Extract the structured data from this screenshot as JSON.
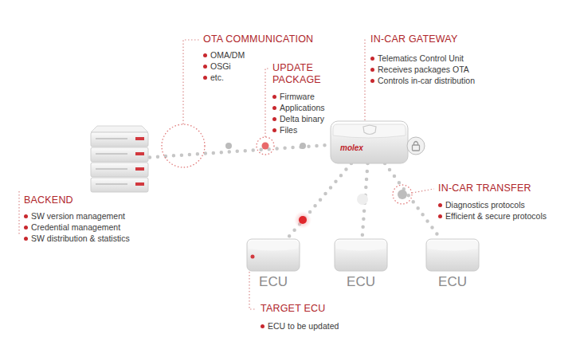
{
  "diagram": {
    "nodes": [
      {
        "text": [
          "BACKEND",
          "SW version management",
          "Credential management",
          "SW distribution & statistics"
        ]
      },
      {
        "text": [
          "IN-CAR GATEWAY",
          "Telematics Control Unit",
          "Receives packages OTA",
          "Controls in-car distribution",
          "molex"
        ]
      },
      {
        "text": [
          "ECU"
        ]
      },
      {
        "text": [
          "ECU"
        ]
      },
      {
        "text": [
          "ECU"
        ]
      }
    ],
    "edges": [
      {
        "from": 0,
        "to": 1,
        "arrow": "none"
      },
      {
        "from": 1,
        "to": 2,
        "arrow": "none"
      },
      {
        "from": 1,
        "to": 3,
        "arrow": "none"
      },
      {
        "from": 1,
        "to": 4,
        "arrow": "none"
      }
    ],
    "labels": [
      "OTA COMMUNICATION",
      "OMA/DM",
      "OSGi",
      "etc.",
      "UPDATE PACKAGE",
      "Firmware",
      "Applications",
      "Delta binary",
      "Files",
      "IN-CAR TRANSFER",
      "Diagnostics protocols",
      "Efficient & secure protocols",
      "TARGET ECU",
      "ECU to be updated"
    ]
  }
}
